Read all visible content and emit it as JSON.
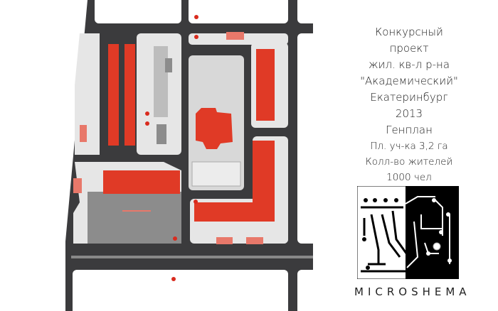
{
  "title_block": {
    "lines": [
      "Конкурсный",
      "проект",
      "жил. кв-л р-на",
      "\"Академический\"",
      "Екатеринбург",
      "2013",
      "Генплан"
    ],
    "area": "Пл. уч-ка 3,2 га",
    "residents_label": "Колл-во жителей",
    "residents_value": "1000 чел"
  },
  "brand": {
    "name": "MICROSHEMA"
  },
  "colors": {
    "building": "#e03a26",
    "accent_pink": "#e8786a",
    "road": "#3b3b3d",
    "yard": "#e6e6e6",
    "parking": "#8c8c8c"
  }
}
